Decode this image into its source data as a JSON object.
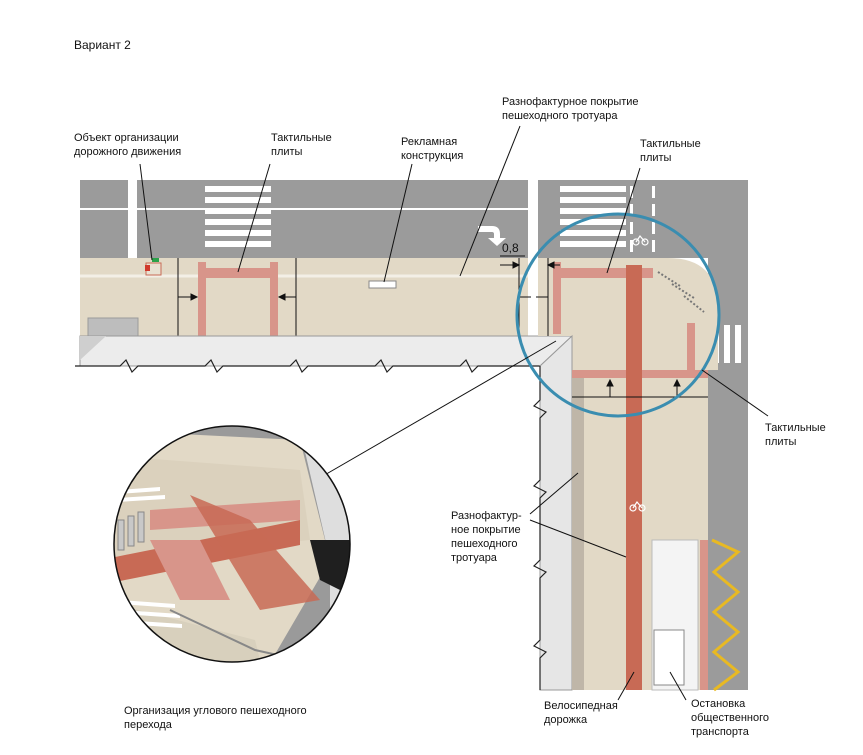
{
  "title": "Вариант 2",
  "labels": {
    "traffic_object": "Объект организации\nдорожного движения",
    "tactile_1": "Тактильные\nплиты",
    "advertising": "Рекламная\nконструкция",
    "texture_top": "Разнофактурное покрытие\nпешеходного тротуара",
    "tactile_2": "Тактильные\nплиты",
    "dimension": "0,8",
    "tactile_3": "Тактильные\nплиты",
    "texture_side": "Разнофактур-\nное покрытие\nпешеходного\nтротуара",
    "caption": "Организация углового пешеходного\nперехода",
    "bike_lane": "Велосипедная\nдорожка",
    "bus_stop": "Остановка\nобщественного\nтранспорта"
  },
  "colors": {
    "asphalt": "#9b9b9b",
    "sidewalk": "#e2d9c6",
    "tactile": "#d8958a",
    "bike_lane": "#c86a55",
    "curb": "#cfcfcf",
    "highlight_circle": "#3a8db0",
    "bus_zigzag": "#e8b923"
  },
  "icons": [
    "bicycle-icon",
    "turn-arrow-icon"
  ]
}
